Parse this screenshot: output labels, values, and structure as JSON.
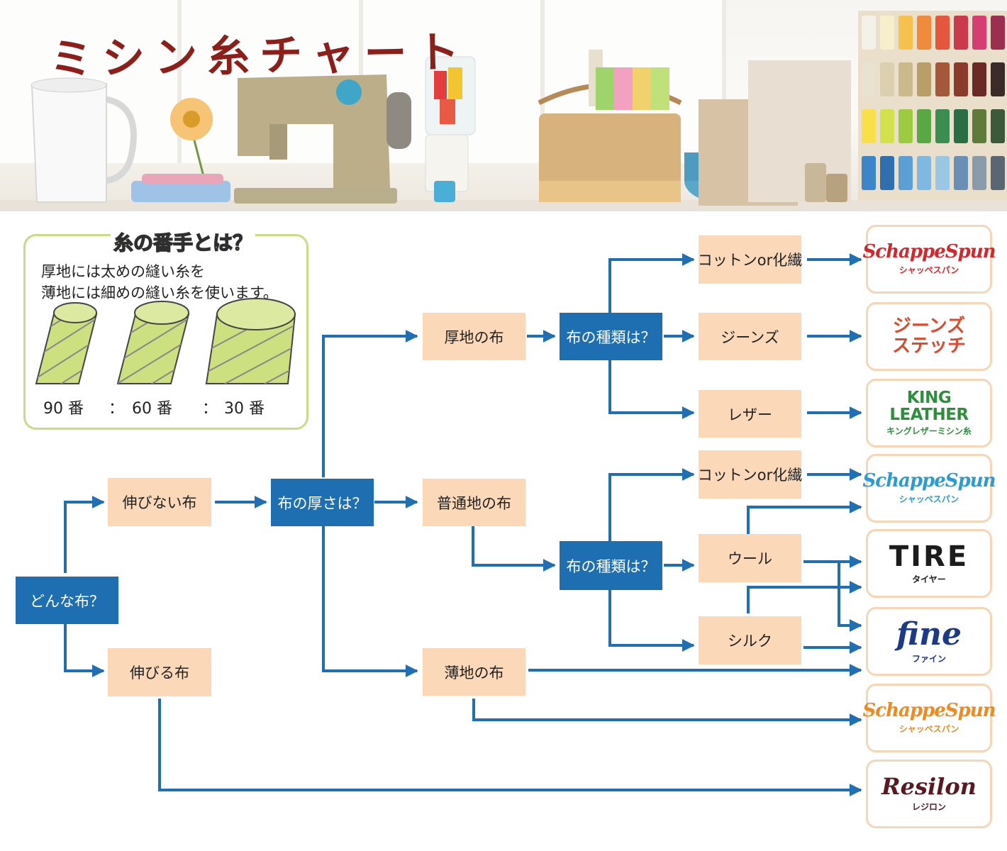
{
  "header": {
    "title": "ミシン糸チャート"
  },
  "info_box": {
    "title": "糸の番手とは？",
    "line1": "厚地には太めの縫い糸を",
    "line2": "薄地には細めの縫い糸を使います。",
    "counts": [
      "90 番",
      "：",
      "60 番",
      "：",
      "30 番"
    ]
  },
  "flow": {
    "start": "どんな布？",
    "non_stretch": "伸びない布",
    "stretch": "伸びる布",
    "thickness_q": "布の厚さは？",
    "heavy": "厚地の布",
    "medium": "普通地の布",
    "light": "薄地の布",
    "type_q_heavy": "布の種類は？",
    "type_q_medium": "布の種類は？",
    "heavy_cotton": "コットンor化繊",
    "heavy_jeans": "ジーンズ",
    "heavy_leather": "レザー",
    "medium_cotton": "コットンor化繊",
    "medium_wool": "ウール",
    "medium_silk": "シルク"
  },
  "brands": {
    "schappe1": {
      "name": "SchappeSpun",
      "kana": "シャッペスパン",
      "color": "#d6262b"
    },
    "jeans": {
      "line1": "ジーンズ",
      "line2": "ステッチ"
    },
    "king": {
      "name": "KING LEATHER",
      "kana": "キングレザーミシン糸"
    },
    "schappe2": {
      "name": "SchappeSpun",
      "kana": "シャッペスパン",
      "color": "#2a9bd3"
    },
    "tire": {
      "name": "TIRE",
      "kana": "タイヤー"
    },
    "fine": {
      "name": "fine",
      "kana": "ファイン"
    },
    "schappe3": {
      "name": "SchappeSpun",
      "kana": "シャッペスパン",
      "color": "#ee8a1f"
    },
    "resilon": {
      "name": "Resilon",
      "kana": "レジロン"
    }
  },
  "colors": {
    "question": "#1e6fb1",
    "answer": "#fbd9b8",
    "line": "#1f6fb2",
    "card_border": "#f5d6b6",
    "info_border": "#c7dd85"
  }
}
